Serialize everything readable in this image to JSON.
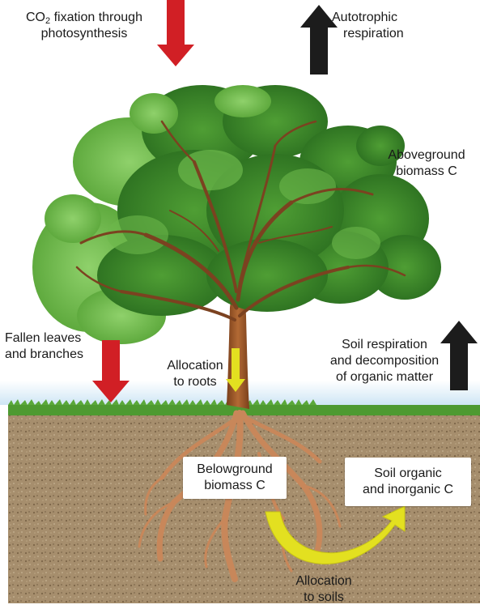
{
  "labels": {
    "co2_prefix": "CO",
    "co2_subscript": "2",
    "co2_line1_rest": " fixation through",
    "co2_line2": "photosynthesis",
    "auto_line1": "Autotrophic",
    "auto_line2": "respiration",
    "above_line1": "Aboveground",
    "above_line2": "biomass C",
    "fallen_line1": "Fallen leaves",
    "fallen_line2": "and branches",
    "alloc_roots_line1": "Allocation",
    "alloc_roots_line2": "to roots",
    "soilresp_line1": "Soil respiration",
    "soilresp_line2": "and decomposition",
    "soilresp_line3": "of organic matter",
    "below_line1": "Belowground",
    "below_line2": "biomass C",
    "soilorg_line1": "Soil organic",
    "soilorg_line2": "and inorganic C",
    "alloc_soils_line1": "Allocation",
    "alloc_soils_line2": "to soils"
  },
  "colors": {
    "downward_arrow": "#d11f25",
    "upward_arrow": "#1c1c1c",
    "allocation_arrow": "#e3e020",
    "foliage_dark": "#3f8a2c",
    "foliage_light": "#7cc25b",
    "trunk": "#a05a2c",
    "soil": "#a58d6c",
    "grass": "#4e9a31"
  }
}
